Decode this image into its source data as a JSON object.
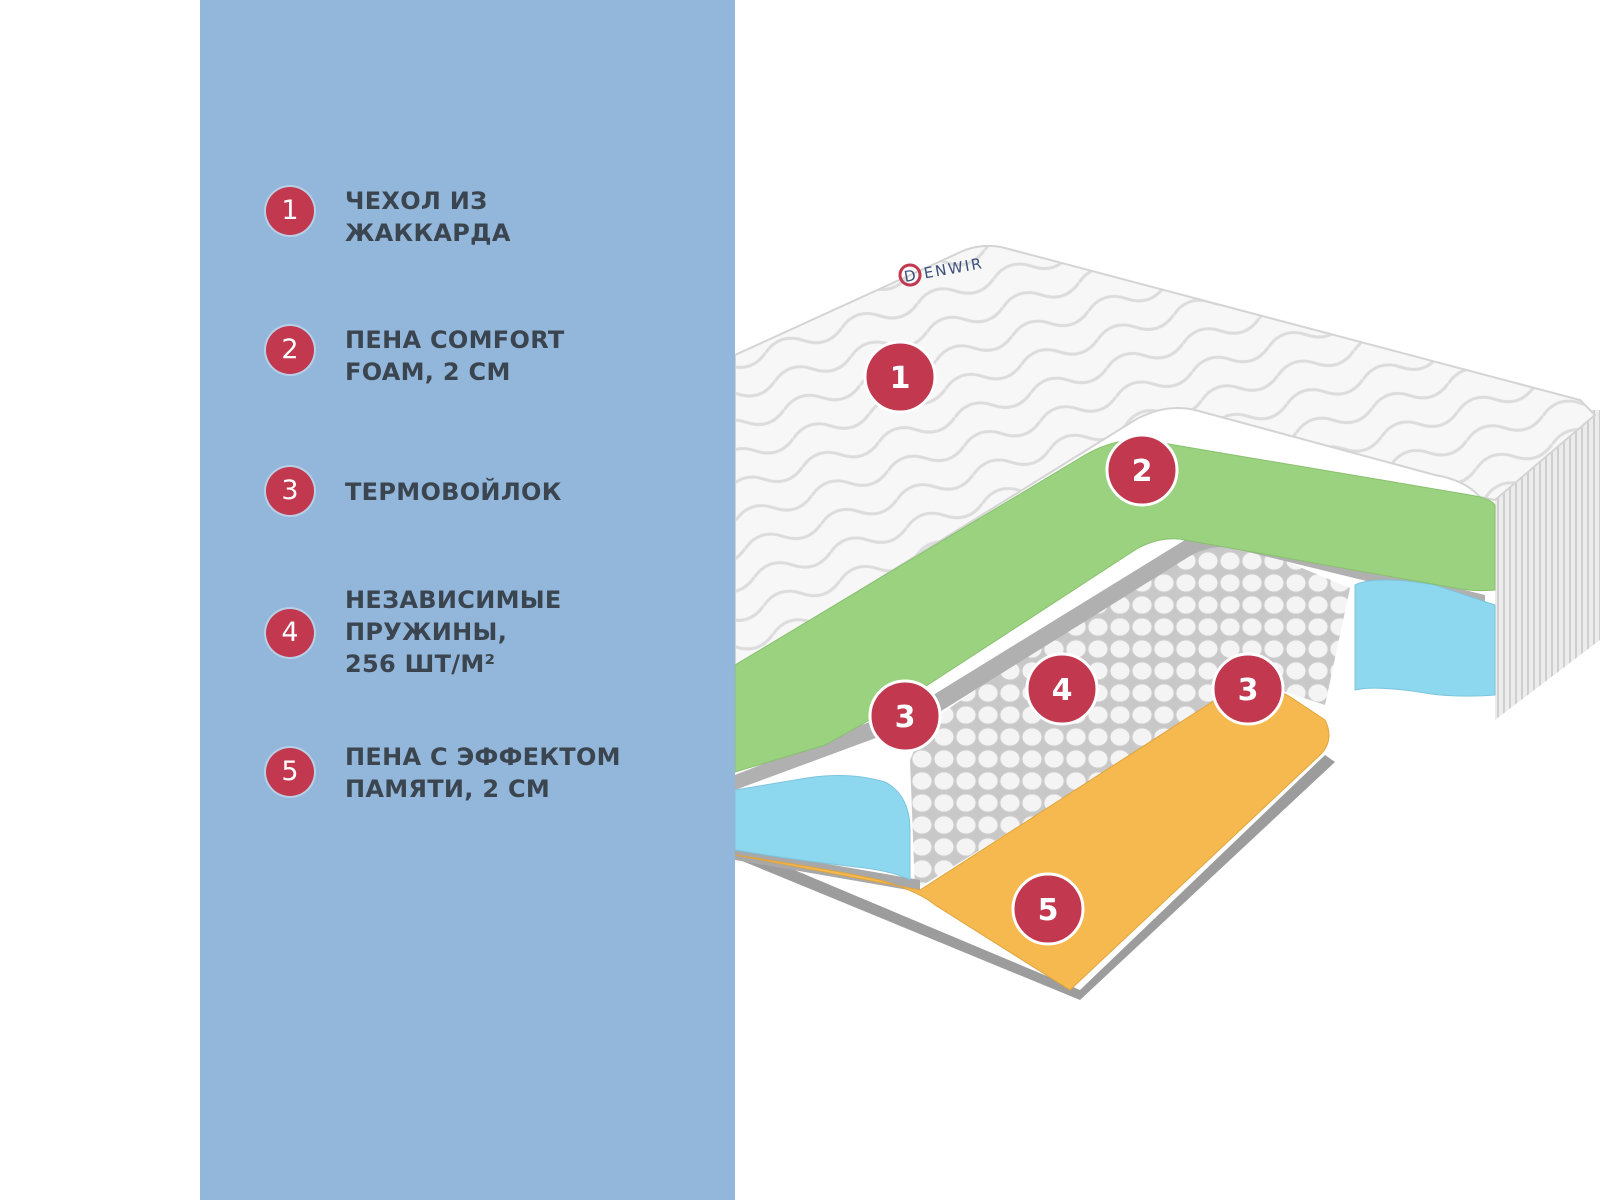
{
  "legend": [
    {
      "number": "1",
      "label": "Чехол из\nжаккарда"
    },
    {
      "number": "2",
      "label": "Пена Comfort\nFoam, 2 см"
    },
    {
      "number": "3",
      "label": "Термовойлок"
    },
    {
      "number": "4",
      "label": "Независимые\nпружины,\n256 шт/м²"
    },
    {
      "number": "5",
      "label": "Пена с эффектом\nпамяти, 2 см"
    }
  ],
  "brand": {
    "logo_letter": "D",
    "name": "ENWIR"
  },
  "diagram_badges": [
    "1",
    "2",
    "3",
    "4",
    "3",
    "5"
  ],
  "colors": {
    "panel": "#93b7da",
    "badge": "#c2384f",
    "text": "#3b4550",
    "comfort_foam": "#9bd27f",
    "side_foam": "#8ed8ef",
    "memory_foam": "#f5b94f",
    "felt": "#a8a8a8"
  }
}
